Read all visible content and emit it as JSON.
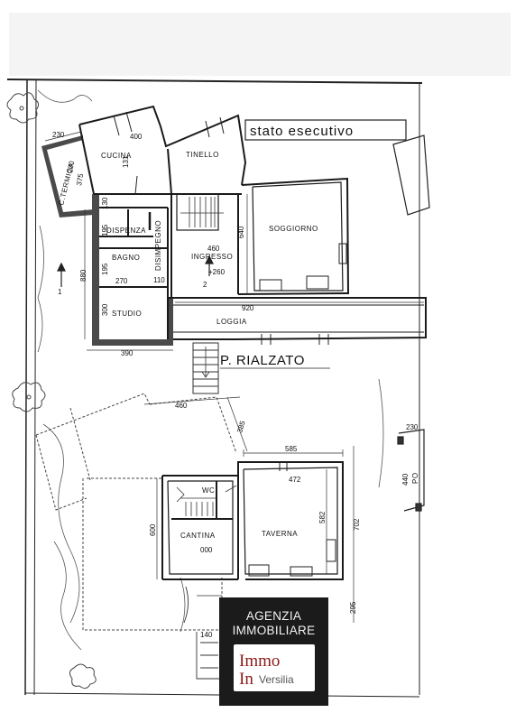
{
  "plan": {
    "title": "stato esecutivo",
    "floor_label": "P. RIALZATO",
    "section_marker_left": "1",
    "section_marker_center": "2",
    "rooms": {
      "cucina": "CUCINA",
      "tinello": "TINELLO",
      "centrale_termica": "C.TERMICA",
      "soggiorno": "SOGGIORNO",
      "dispenza": "DISPENZA",
      "disimpegno": "DISIMPEGNO",
      "ingresso": "INGRESSO",
      "bagno": "BAGNO",
      "studio": "STUDIO",
      "loggia": "LOGGIA",
      "wc": "WC",
      "cantina": "CANTINA",
      "taverna": "TAVERNA",
      "right_partial": "PO"
    },
    "dimensions": {
      "d230": "230",
      "d400": "400",
      "d200": "200",
      "d375": "375",
      "d131": "131",
      "d130": "130",
      "d195a": "195",
      "d880": "880",
      "d195b": "195",
      "d270": "270",
      "d110": "110",
      "d460a": "460",
      "d640": "640",
      "d260": "+260",
      "d920": "920",
      "d300": "300",
      "d390": "390",
      "d460b": "460",
      "d385": "385",
      "d585": "585",
      "d472": "472",
      "d600": "600",
      "d582": "582",
      "d702": "702",
      "d000": "000",
      "d295": "295",
      "d140": "140",
      "d230b": "230",
      "d440": "440"
    }
  },
  "logo": {
    "line1": "AGENZIA",
    "line2": "IMMOBILIARE",
    "mark": "Immo",
    "mark_in": "In",
    "mark_place": "Versilia"
  }
}
